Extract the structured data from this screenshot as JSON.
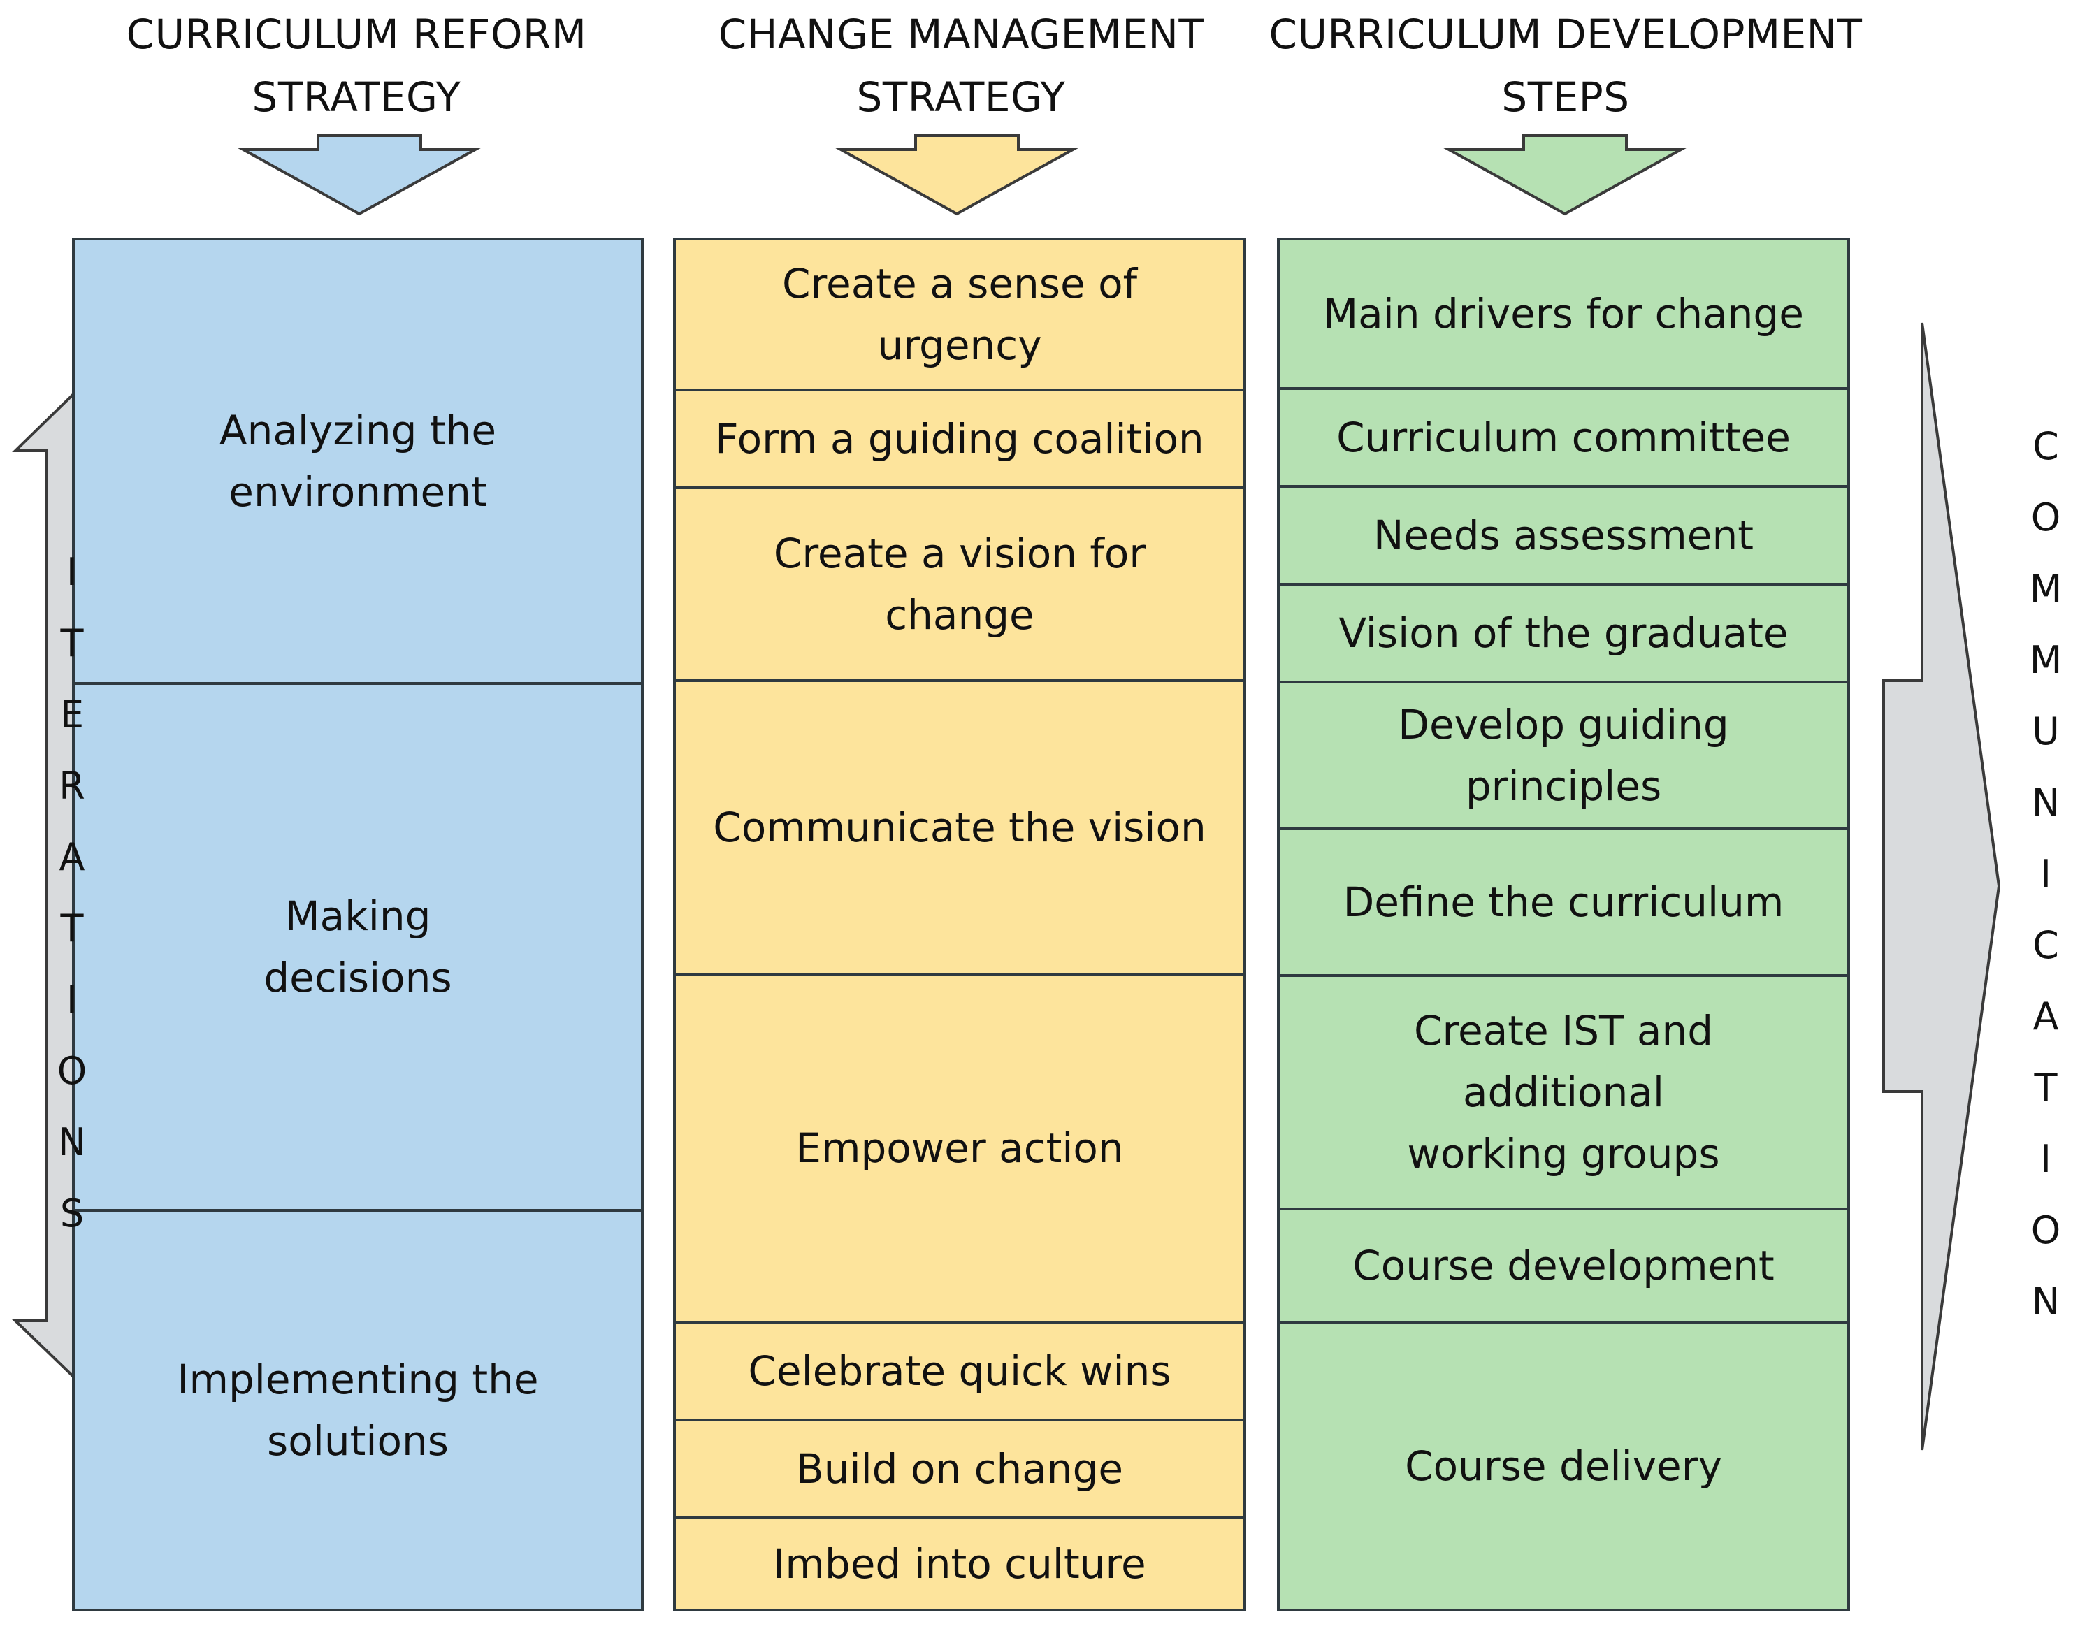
{
  "headers": {
    "reform": "CURRICULUM REFORM\nSTRATEGY",
    "change": "CHANGE MANAGEMENT\nSTRATEGY",
    "development": "CURRICULUM DEVELOPMENT\nSTEPS"
  },
  "colors": {
    "reform": "#b5d6ee",
    "change": "#fde49c",
    "development": "#b6e1b3",
    "side_arrows": "#d9dbdd"
  },
  "reform_phases": [
    "Analyzing the\nenvironment",
    "Making\ndecisions",
    "Implementing the\nsolutions"
  ],
  "change_steps": [
    "Create a sense of\nurgency",
    "Form a guiding coalition",
    "Create a vision for\nchange",
    "Communicate the vision",
    "Empower action",
    "Celebrate quick wins",
    "Build on change",
    "Imbed into culture"
  ],
  "development_steps": [
    "Main drivers for change",
    "Curriculum committee",
    "Needs assessment",
    "Vision of the graduate",
    "Develop guiding\nprinciples",
    "Define the curriculum",
    "Create IST and additional\nworking groups",
    "Course development",
    "Course delivery"
  ],
  "side_labels": {
    "iterations": [
      "I",
      "T",
      "E",
      "R",
      "A",
      "T",
      "I",
      "O",
      "N",
      "S"
    ],
    "communication": [
      "C",
      "O",
      "M",
      "M",
      "U",
      "N",
      "I",
      "C",
      "A",
      "T",
      "I",
      "O",
      "N"
    ]
  }
}
